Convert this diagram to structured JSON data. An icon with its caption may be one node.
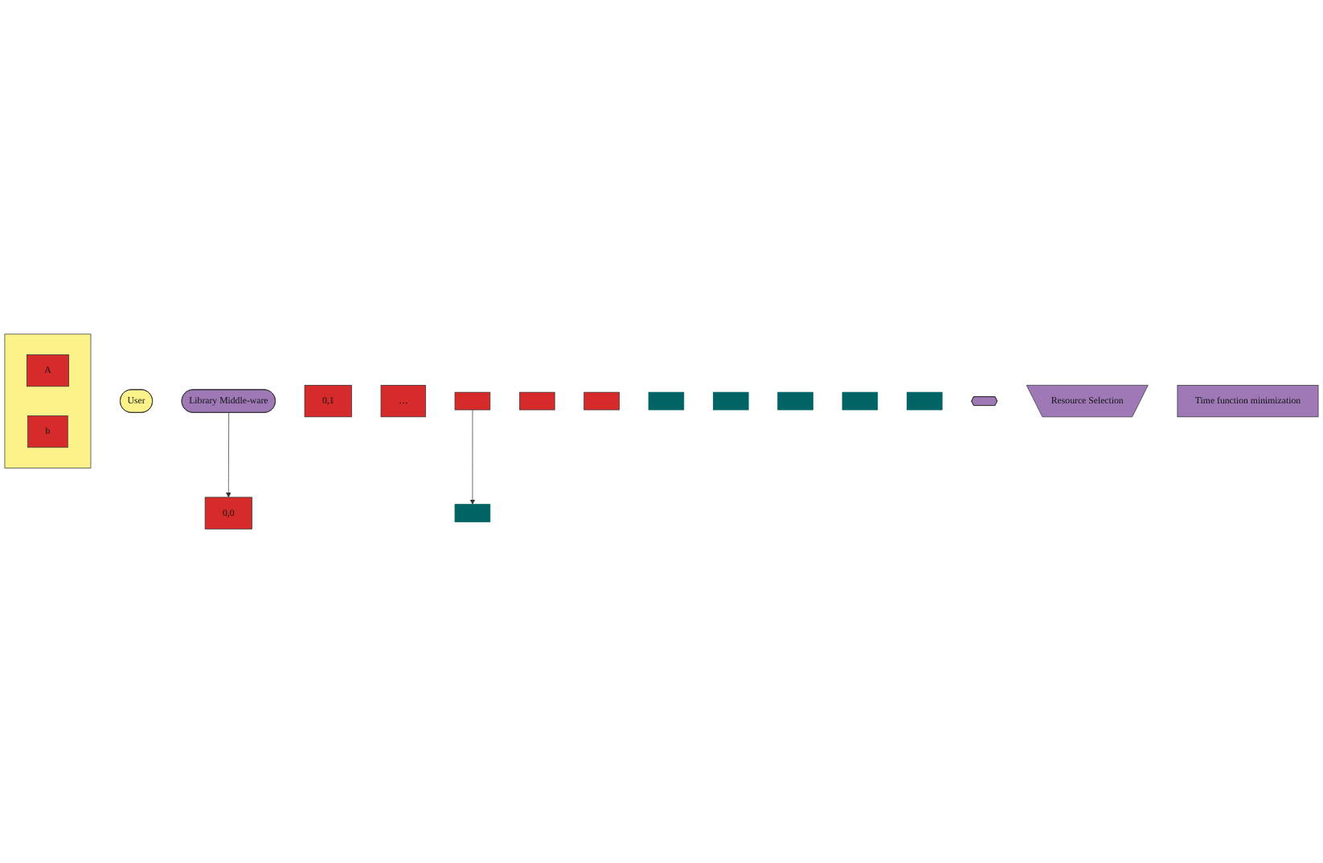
{
  "diagram": {
    "nodes": [
      {
        "text": [
          "User"
        ]
      },
      {
        "text": [],
        "shape": "box"
      },
      {
        "text": [
          "A"
        ],
        "in": 1
      },
      {
        "text": [
          "b"
        ],
        "in": 1
      },
      {
        "text": [
          "Library Middle-ware"
        ]
      },
      {
        "text": [
          "0,0"
        ]
      },
      {
        "text": [
          "0,1"
        ]
      },
      {
        "text": [
          "…"
        ]
      },
      {
        "text": [],
        "shape": "box"
      },
      {
        "text": [],
        "shape": "box"
      },
      {
        "text": [],
        "shape": "box"
      },
      {
        "text": [],
        "shape": "bar"
      },
      {
        "text": [],
        "shape": "bar"
      },
      {
        "text": [],
        "shape": "bar"
      },
      {
        "text": [],
        "shape": "bar"
      },
      {
        "text": [],
        "shape": "bar"
      },
      {
        "text": [],
        "shape": "bar"
      },
      {
        "text": [],
        "shape": "hexagon"
      },
      {
        "text": [
          "Resource Selection"
        ]
      },
      {
        "text": [
          "Time function minimization"
        ]
      }
    ],
    "edges": [
      {
        "from": 4,
        "to": 5,
        "arrow": "to"
      },
      {
        "from": 8,
        "to": 14,
        "arrow": "to"
      }
    ]
  }
}
